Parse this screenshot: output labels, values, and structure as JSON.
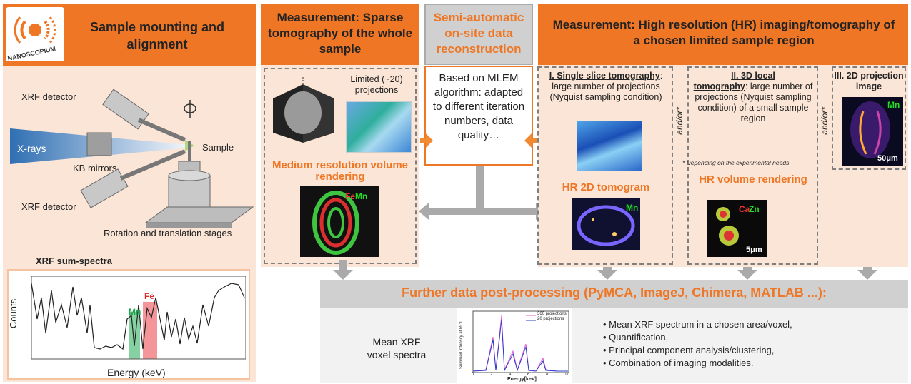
{
  "left": {
    "logo_text": "NANOSCOPIUM",
    "title": "Sample mounting and alignment",
    "labels": {
      "xrf_detector_top": "XRF detector",
      "xrays": "X-rays",
      "kb_mirrors": "KB mirrors",
      "sample": "Sample",
      "xrf_detector_bottom": "XRF detector",
      "stages": "Rotation and translation stages"
    },
    "spectrum": {
      "title": "XRF sum-spectra",
      "ylabel": "Counts",
      "xlabel": "Energy (keV)",
      "mn": "Mn",
      "fe": "Fe"
    }
  },
  "sparse": {
    "title": "Measurement: Sparse tomography of the whole sample",
    "limited": "Limited (~20) projections",
    "medium": "Medium resolution volume rendering",
    "femn_fe": "Fe",
    "femn_mn": "Mn"
  },
  "semi": {
    "title": "Semi-automatic on-site data reconstruction",
    "body": "Based on MLEM algorithm: adapted to different iteration numbers, data quality…"
  },
  "hr": {
    "title": "Measurement: High resolution (HR) imaging/tomography of a chosen limited sample region",
    "single_title": "I. Single slice tomography",
    "single_body": "large number of projections (Nyquist sampling condition)",
    "hr2d": "HR 2D tomogram",
    "mn": "Mn",
    "local_title_a": "II. 3D local",
    "local_title_b": "tomography",
    "local_body": "large number of projections (Nyquist sampling condition) of a small sample region",
    "depending": "* Depending on the experimental needs",
    "hrvol": "HR volume rendering",
    "ca": "Ca",
    "zn": "Zn",
    "scale5": "5μm",
    "proj_title": "III. 2D projection image",
    "mn2": "Mn",
    "scale50": "50μm",
    "andor1": "and/or*",
    "andor2": "and/or*"
  },
  "post": {
    "title": "Further data post-processing (PyMCA, ImageJ, Chimera, MATLAB ...):",
    "mean_label": "Mean XRF voxel spectra",
    "inset": {
      "ylabel": "Summed intensity at ROI",
      "xlabel": "Energy[keV]",
      "legend": [
        "360 projections",
        "20 projections"
      ],
      "ticks": [
        "0",
        "2",
        "4",
        "6",
        "8",
        "10"
      ]
    },
    "bullets": [
      "Mean XRF spectrum in a chosen area/voxel,",
      "Quantification,",
      "Principal component analysis/clustering,",
      "Combination of imaging modalities."
    ]
  }
}
